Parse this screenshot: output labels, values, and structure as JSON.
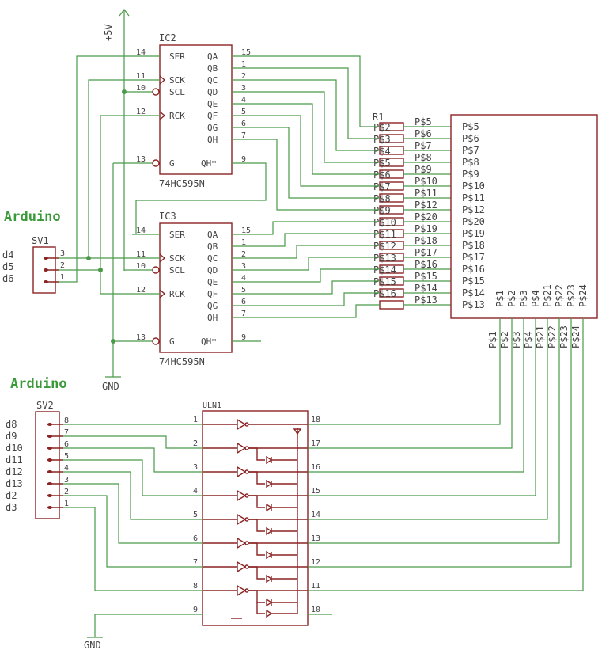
{
  "supply": {
    "vcc": "+5V",
    "gnd1": "GND",
    "gnd2": "GND"
  },
  "arduino_labels": [
    "Arduino",
    "Arduino"
  ],
  "sv1": {
    "name": "SV1",
    "pins": [
      "3",
      "2",
      "1"
    ],
    "signals": [
      "d4",
      "d5",
      "d6"
    ]
  },
  "sv2": {
    "name": "SV2",
    "pins": [
      "8",
      "7",
      "6",
      "5",
      "4",
      "3",
      "2",
      "1"
    ],
    "signals": [
      "d8",
      "d9",
      "d10",
      "d11",
      "d12",
      "d13",
      "d2",
      "d3"
    ]
  },
  "ic2": {
    "name": "IC2",
    "value": "74HC595N",
    "left_pins": [
      {
        "num": "14",
        "label": "SER"
      },
      {
        "num": "11",
        "label": "SCK"
      },
      {
        "num": "10",
        "label": "SCL"
      },
      {
        "num": "12",
        "label": "RCK"
      },
      {
        "num": "13",
        "label": "G"
      }
    ],
    "right_pins": [
      {
        "num": "15",
        "label": "QA"
      },
      {
        "num": "1",
        "label": "QB"
      },
      {
        "num": "2",
        "label": "QC"
      },
      {
        "num": "3",
        "label": "QD"
      },
      {
        "num": "4",
        "label": "QE"
      },
      {
        "num": "5",
        "label": "QF"
      },
      {
        "num": "6",
        "label": "QG"
      },
      {
        "num": "7",
        "label": "QH"
      },
      {
        "num": "9",
        "label": "QH*"
      }
    ]
  },
  "ic3": {
    "name": "IC3",
    "value": "74HC595N",
    "left_pins": [
      {
        "num": "14",
        "label": "SER"
      },
      {
        "num": "11",
        "label": "SCK"
      },
      {
        "num": "10",
        "label": "SCL"
      },
      {
        "num": "12",
        "label": "RCK"
      },
      {
        "num": "13",
        "label": "G"
      }
    ],
    "right_pins": [
      {
        "num": "15",
        "label": "QA"
      },
      {
        "num": "1",
        "label": "QB"
      },
      {
        "num": "2",
        "label": "QC"
      },
      {
        "num": "3",
        "label": "QD"
      },
      {
        "num": "4",
        "label": "QE"
      },
      {
        "num": "5",
        "label": "QF"
      },
      {
        "num": "6",
        "label": "QG"
      },
      {
        "num": "7",
        "label": "QH"
      },
      {
        "num": "9",
        "label": "QH*"
      }
    ]
  },
  "r1": {
    "name": "R1",
    "left_labels": [
      "P$2",
      "P$3",
      "P$4",
      "P$5",
      "P$6",
      "P$7",
      "P$8",
      "P$9",
      "P$10",
      "P$11",
      "P$12",
      "P$13",
      "P$14",
      "P$15",
      "P$16"
    ],
    "right_labels": [
      "P$5",
      "P$6",
      "P$7",
      "P$8",
      "P$9",
      "P$10",
      "P$11",
      "P$12",
      "P$20",
      "P$19",
      "P$18",
      "P$17",
      "P$16",
      "P$15",
      "P$14",
      "P$13"
    ]
  },
  "display": {
    "inner_labels": [
      "P$5",
      "P$6",
      "P$7",
      "P$8",
      "P$9",
      "P$10",
      "P$11",
      "P$12",
      "P$20",
      "P$19",
      "P$18",
      "P$17",
      "P$16",
      "P$15",
      "P$14",
      "P$13"
    ],
    "bottom_labels": [
      "P$1",
      "P$2",
      "P$3",
      "P$4",
      "P$21",
      "P$22",
      "P$23",
      "P$24"
    ]
  },
  "uln": {
    "name": "ULN1",
    "left_pins": [
      "1",
      "2",
      "3",
      "4",
      "5",
      "6",
      "7",
      "8",
      "9"
    ],
    "right_pins": [
      "18",
      "17",
      "16",
      "15",
      "14",
      "13",
      "12",
      "11",
      "10"
    ]
  }
}
